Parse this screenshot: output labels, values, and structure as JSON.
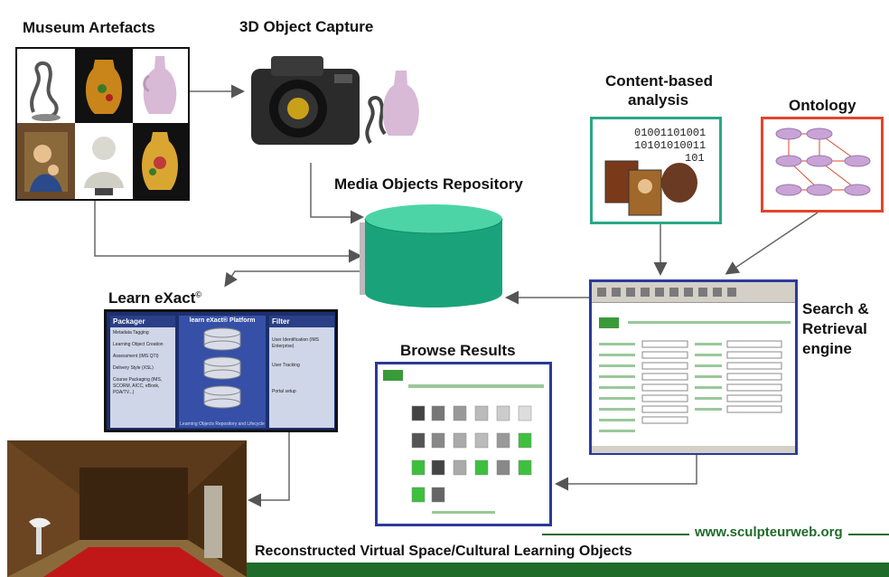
{
  "labels": {
    "museum_artefacts": "Museum Artefacts",
    "object_capture": "3D Object Capture",
    "content_analysis_line1": "Content-based",
    "content_analysis_line2": "analysis",
    "ontology": "Ontology",
    "repository": "Media Objects Repository",
    "learn_exact": "Learn eXact",
    "learn_exact_mark": "©",
    "search_line1": "Search &",
    "search_line2": "Retrieval",
    "search_line3": "engine",
    "browse_results": "Browse Results",
    "website": "www.sculpteurweb.org",
    "footer": "Reconstructed Virtual Space/Cultural Learning Objects"
  },
  "binary_text": [
    "01001101001",
    "10101010011",
    "101"
  ],
  "learn_exact_panel": {
    "left_title": "Packager",
    "center_title": "learn eXact® Platform",
    "right_title": "Filter",
    "left_items": [
      "Metadata Tagging",
      "Learning Object Creation",
      "Assessment (IMS QTI)",
      "Delivery Style (XSL)",
      "Course Packaging (IMS, SCORM, AICC, eBook, PDA/TV...)"
    ],
    "right_items": [
      "User Identification (IMS Enterprise)",
      "User Tracking",
      "Portal setup"
    ],
    "bottom_caption": "Learning Objects Repository and Lifecycle"
  },
  "colors": {
    "repository_green": "#1aa37a",
    "content_frame": "#2aa786",
    "ontology_frame": "#e2452a",
    "nav_frame": "#2b3a9a",
    "footer_green": "#1f6b2a",
    "ontology_node": "#c9a3d6"
  },
  "icons": [
    "camera-icon",
    "database-icon",
    "vase-icon",
    "dragon-icon"
  ]
}
